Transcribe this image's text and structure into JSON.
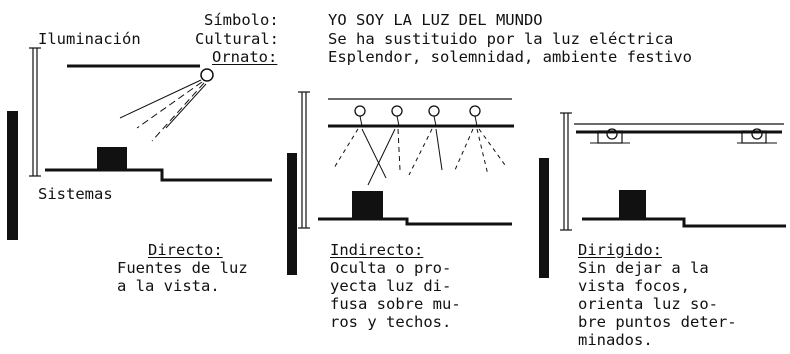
{
  "heading": {
    "title": "Iluminación",
    "rows": [
      {
        "label": "Símbolo:",
        "value": "YO SOY LA LUZ DEL MUNDO"
      },
      {
        "label": "Cultural:",
        "value": "Se ha sustituido por la luz eléctrica"
      },
      {
        "label": "Ornato:",
        "value": "Esplendor, solemnidad, ambiente festivo"
      }
    ]
  },
  "systems_label": "Sistemas",
  "panels": [
    {
      "name": "Directo:",
      "desc": [
        "Fuentes de luz",
        "a la vista."
      ]
    },
    {
      "name": "Indirecto:",
      "desc": [
        "Oculta o pro-",
        "yecta luz di-",
        "fusa sobre mu-",
        "ros y techos."
      ]
    },
    {
      "name": "Dirigido:",
      "desc": [
        "Sin dejar a la",
        "vista focos,",
        "orienta luz so-",
        "bre puntos deter-",
        "minados."
      ]
    }
  ]
}
